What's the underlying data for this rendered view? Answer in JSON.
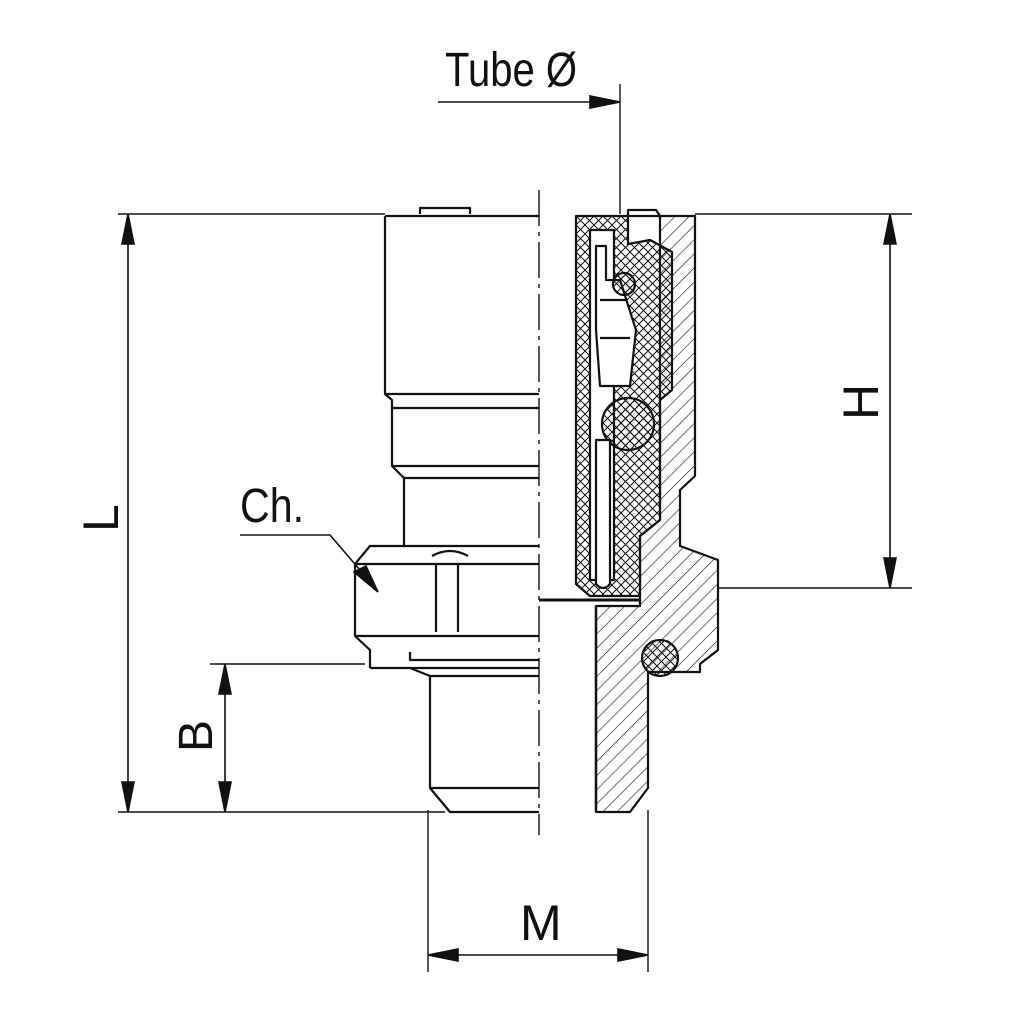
{
  "labels": {
    "tube_diameter": "Tube Ø",
    "height": "H",
    "length": "L",
    "chamfer": "Ch.",
    "b": "B",
    "m": "M"
  },
  "colors": {
    "line": "#111111",
    "background": "#ffffff"
  }
}
